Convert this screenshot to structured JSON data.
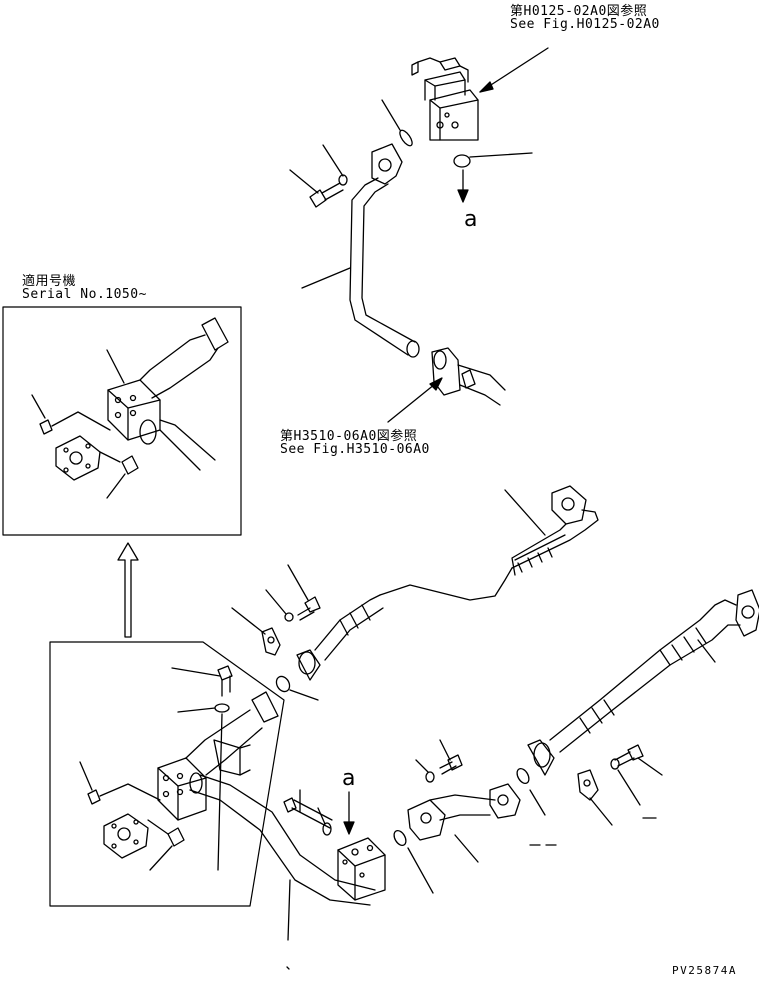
{
  "references": {
    "top_jp": "第H0125-02A0図参照",
    "top_en": "See Fig.H0125-02A0",
    "mid_jp": "第H3510-06A0図参照",
    "mid_en": "See Fig.H3510-06A0"
  },
  "inset": {
    "title_jp": "適用号機",
    "title_en": "Serial No.1050~"
  },
  "markers": {
    "upper_a": "a",
    "lower_a": "a"
  },
  "drawing_code": "PV25874A"
}
